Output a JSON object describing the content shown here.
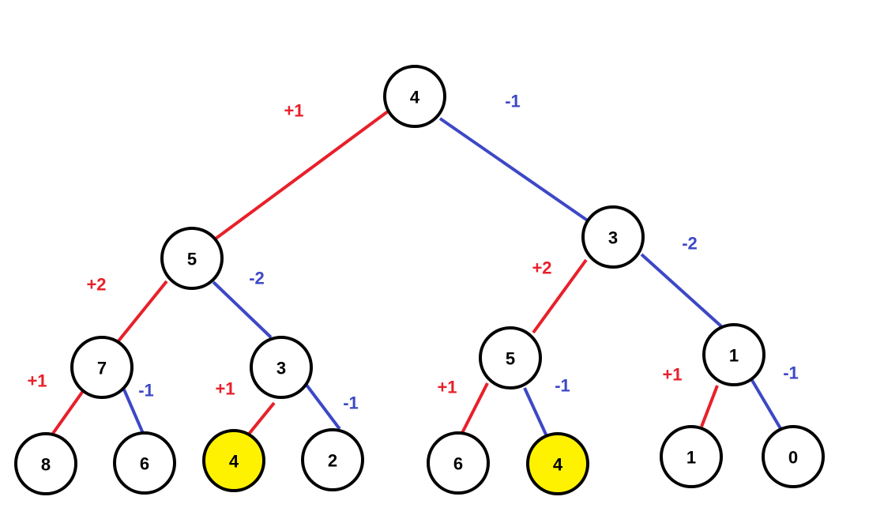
{
  "colors": {
    "plus_edge": "#e8202a",
    "minus_edge": "#3d48c6",
    "plus_label": "#e8202a",
    "minus_label": "#3d48c6",
    "node_fill": "#ffffff",
    "highlight_fill": "#fff200",
    "node_stroke": "#000000"
  },
  "nodes": [
    {
      "id": "root",
      "value": "4",
      "highlight": false
    },
    {
      "id": "l",
      "value": "5",
      "highlight": false
    },
    {
      "id": "r",
      "value": "3",
      "highlight": false
    },
    {
      "id": "ll",
      "value": "7",
      "highlight": false
    },
    {
      "id": "lr",
      "value": "3",
      "highlight": false
    },
    {
      "id": "rl",
      "value": "5",
      "highlight": false
    },
    {
      "id": "rr",
      "value": "1",
      "highlight": false
    },
    {
      "id": "lll",
      "value": "8",
      "highlight": false
    },
    {
      "id": "llr",
      "value": "6",
      "highlight": false
    },
    {
      "id": "lrl",
      "value": "4",
      "highlight": true
    },
    {
      "id": "lrr",
      "value": "2",
      "highlight": false
    },
    {
      "id": "rll",
      "value": "6",
      "highlight": false
    },
    {
      "id": "rlr",
      "value": "4",
      "highlight": true
    },
    {
      "id": "rrl",
      "value": "1",
      "highlight": false
    },
    {
      "id": "rrr",
      "value": "0",
      "highlight": false
    }
  ],
  "edges": [
    {
      "from": "root",
      "to": "l",
      "label": "+1",
      "kind": "plus"
    },
    {
      "from": "root",
      "to": "r",
      "label": "-1",
      "kind": "minus"
    },
    {
      "from": "l",
      "to": "ll",
      "label": "+2",
      "kind": "plus"
    },
    {
      "from": "l",
      "to": "lr",
      "label": "-2",
      "kind": "minus"
    },
    {
      "from": "r",
      "to": "rl",
      "label": "+2",
      "kind": "plus"
    },
    {
      "from": "r",
      "to": "rr",
      "label": "-2",
      "kind": "minus"
    },
    {
      "from": "ll",
      "to": "lll",
      "label": "+1",
      "kind": "plus"
    },
    {
      "from": "ll",
      "to": "llr",
      "label": "-1",
      "kind": "minus"
    },
    {
      "from": "lr",
      "to": "lrl",
      "label": "+1",
      "kind": "plus"
    },
    {
      "from": "lr",
      "to": "lrr",
      "label": "-1",
      "kind": "minus"
    },
    {
      "from": "rl",
      "to": "rll",
      "label": "+1",
      "kind": "plus"
    },
    {
      "from": "rl",
      "to": "rlr",
      "label": "-1",
      "kind": "minus"
    },
    {
      "from": "rr",
      "to": "rrl",
      "label": "+1",
      "kind": "plus"
    },
    {
      "from": "rr",
      "to": "rrr",
      "label": "-1",
      "kind": "minus"
    }
  ]
}
